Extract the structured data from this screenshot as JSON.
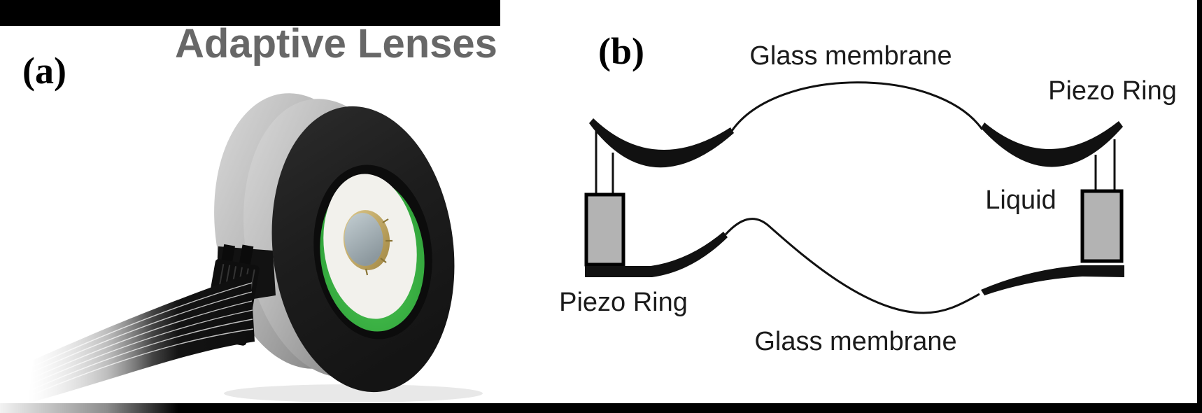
{
  "figure": {
    "panels": {
      "a": {
        "tag": "(a)",
        "title": "Adaptive Lenses"
      },
      "b": {
        "tag": "(b)",
        "labels": {
          "glass_membrane_top": "Glass membrane",
          "piezo_ring_right": "Piezo Ring",
          "liquid": "Liquid",
          "piezo_ring_left": "Piezo Ring",
          "glass_membrane_bottom": "Glass membrane"
        }
      }
    },
    "colors": {
      "frame": "#000000",
      "title_gray": "#676767",
      "diagram_ink": "#111111",
      "piezo_fill": "#b3b3b3",
      "lens_green_light": "#4cc553",
      "lens_green_dark": "#2da037",
      "lens_gold": "#b99c56",
      "lens_white": "#f2f1ec",
      "lens_black": "#1d1d1d"
    }
  }
}
